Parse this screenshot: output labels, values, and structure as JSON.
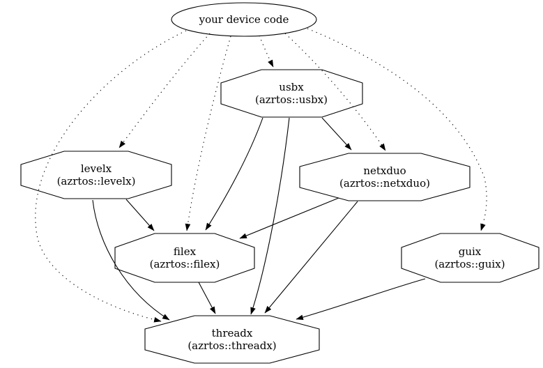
{
  "diagram": {
    "type": "dependency-graph",
    "colors": {
      "background": "#ffffff",
      "stroke": "#000000"
    },
    "nodes": {
      "device": {
        "shape": "ellipse",
        "label": "your device code"
      },
      "usbx": {
        "shape": "octagon",
        "line1": "usbx",
        "line2": "(azrtos::usbx)"
      },
      "levelx": {
        "shape": "octagon",
        "line1": "levelx",
        "line2": "(azrtos::levelx)"
      },
      "netxduo": {
        "shape": "octagon",
        "line1": "netxduo",
        "line2": "(azrtos::netxduo)"
      },
      "filex": {
        "shape": "octagon",
        "line1": "filex",
        "line2": "(azrtos::filex)"
      },
      "guix": {
        "shape": "octagon",
        "line1": "guix",
        "line2": "(azrtos::guix)"
      },
      "threadx": {
        "shape": "octagon",
        "line1": "threadx",
        "line2": "(azrtos::threadx)"
      }
    },
    "edges": [
      {
        "from": "your device code",
        "to": "usbx",
        "style": "dotted"
      },
      {
        "from": "your device code",
        "to": "levelx",
        "style": "dotted"
      },
      {
        "from": "your device code",
        "to": "filex",
        "style": "dotted"
      },
      {
        "from": "your device code",
        "to": "netxduo",
        "style": "dotted"
      },
      {
        "from": "your device code",
        "to": "guix",
        "style": "dotted"
      },
      {
        "from": "your device code",
        "to": "threadx",
        "style": "dotted"
      },
      {
        "from": "usbx",
        "to": "netxduo",
        "style": "solid"
      },
      {
        "from": "usbx",
        "to": "filex",
        "style": "solid"
      },
      {
        "from": "usbx",
        "to": "threadx",
        "style": "solid"
      },
      {
        "from": "levelx",
        "to": "filex",
        "style": "solid"
      },
      {
        "from": "levelx",
        "to": "threadx",
        "style": "solid"
      },
      {
        "from": "netxduo",
        "to": "filex",
        "style": "solid"
      },
      {
        "from": "netxduo",
        "to": "threadx",
        "style": "solid"
      },
      {
        "from": "filex",
        "to": "threadx",
        "style": "solid"
      },
      {
        "from": "guix",
        "to": "threadx",
        "style": "solid"
      }
    ]
  }
}
